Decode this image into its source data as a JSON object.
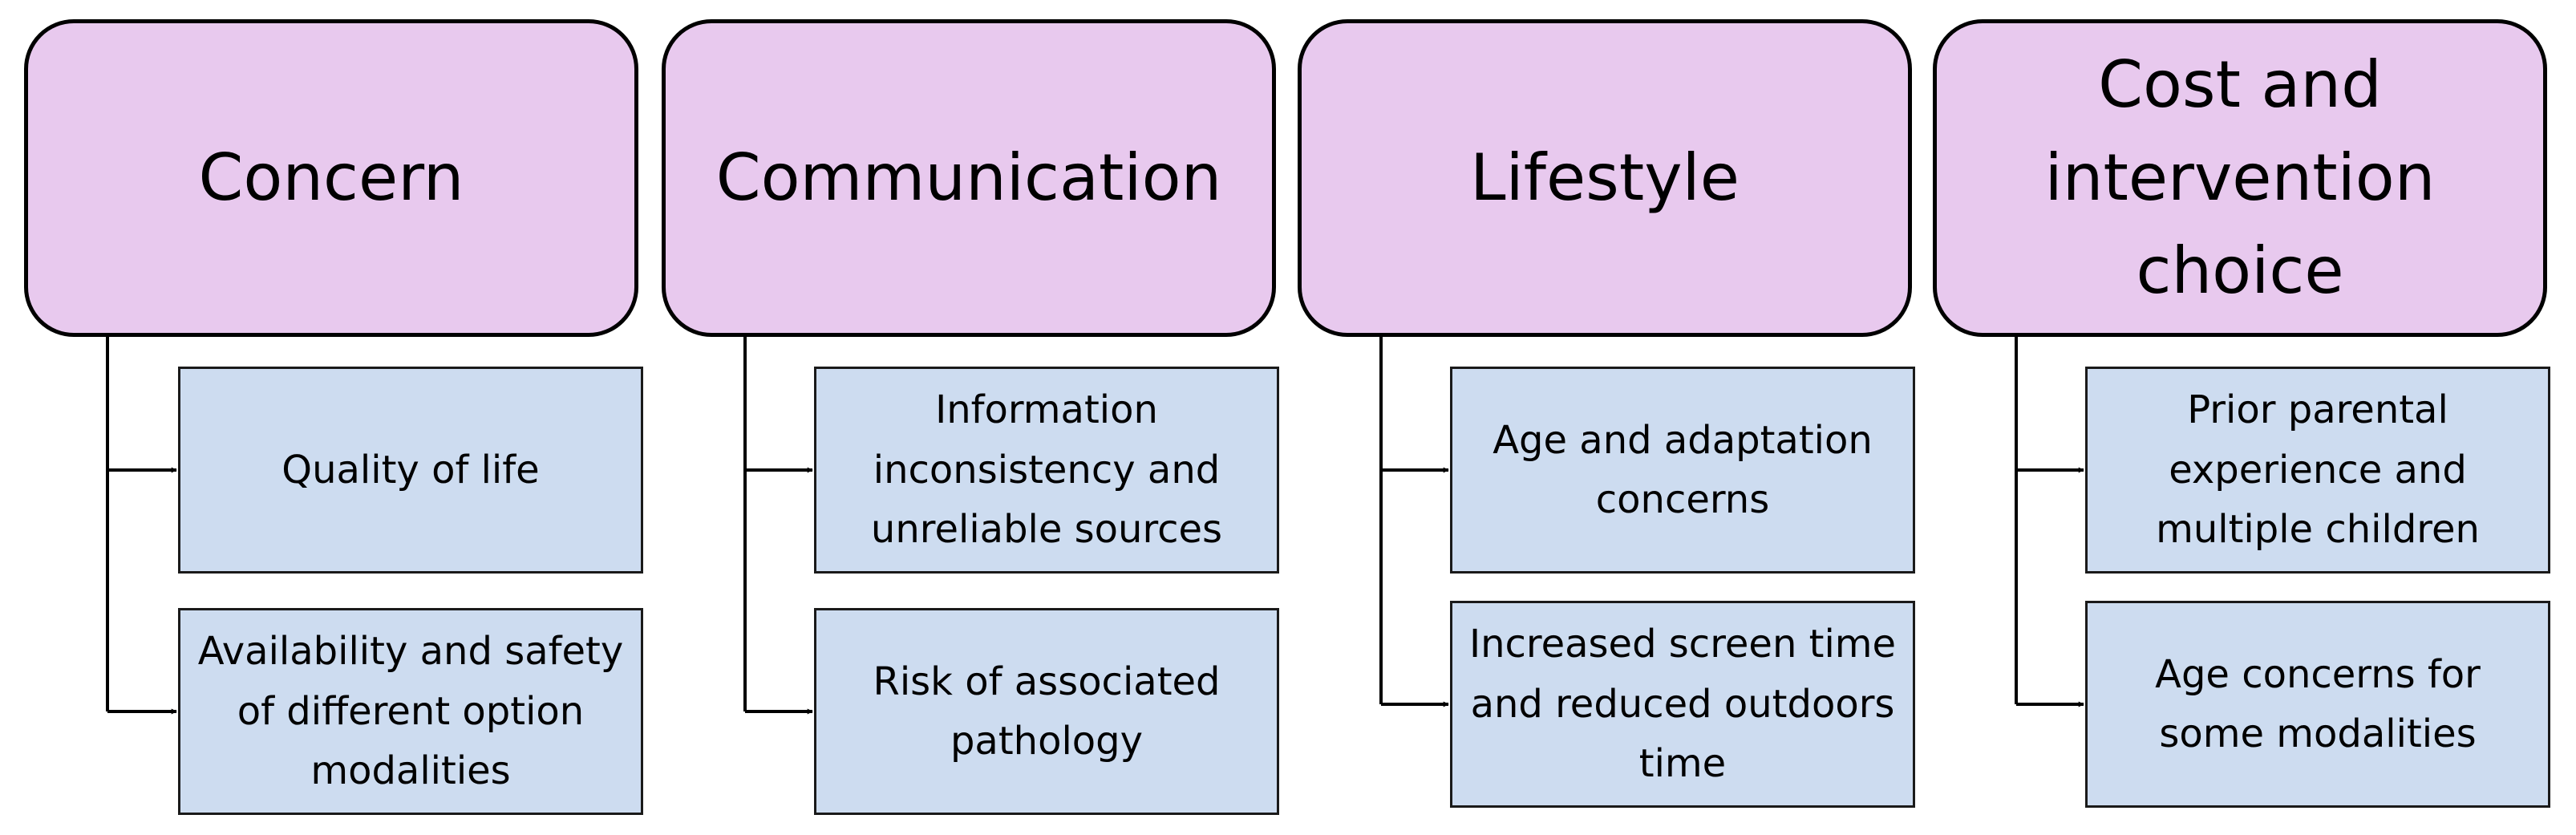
{
  "colors": {
    "theme_fill": "#e8c9ee",
    "sub_fill": "#cddcf0",
    "stroke": "#000000"
  },
  "themes": [
    {
      "label": "Concern",
      "subthemes": [
        "Quality of life",
        "Availability and safety of different option modalities"
      ]
    },
    {
      "label": "Communication",
      "subthemes": [
        "Information inconsistency and unreliable sources",
        "Risk of associated pathology"
      ]
    },
    {
      "label": "Lifestyle",
      "subthemes": [
        "Age and adaptation concerns",
        "Increased screen time and reduced outdoors time"
      ]
    },
    {
      "label": "Cost and intervention choice",
      "subthemes": [
        "Prior parental experience and multiple children",
        "Age concerns for some modalities"
      ]
    }
  ]
}
